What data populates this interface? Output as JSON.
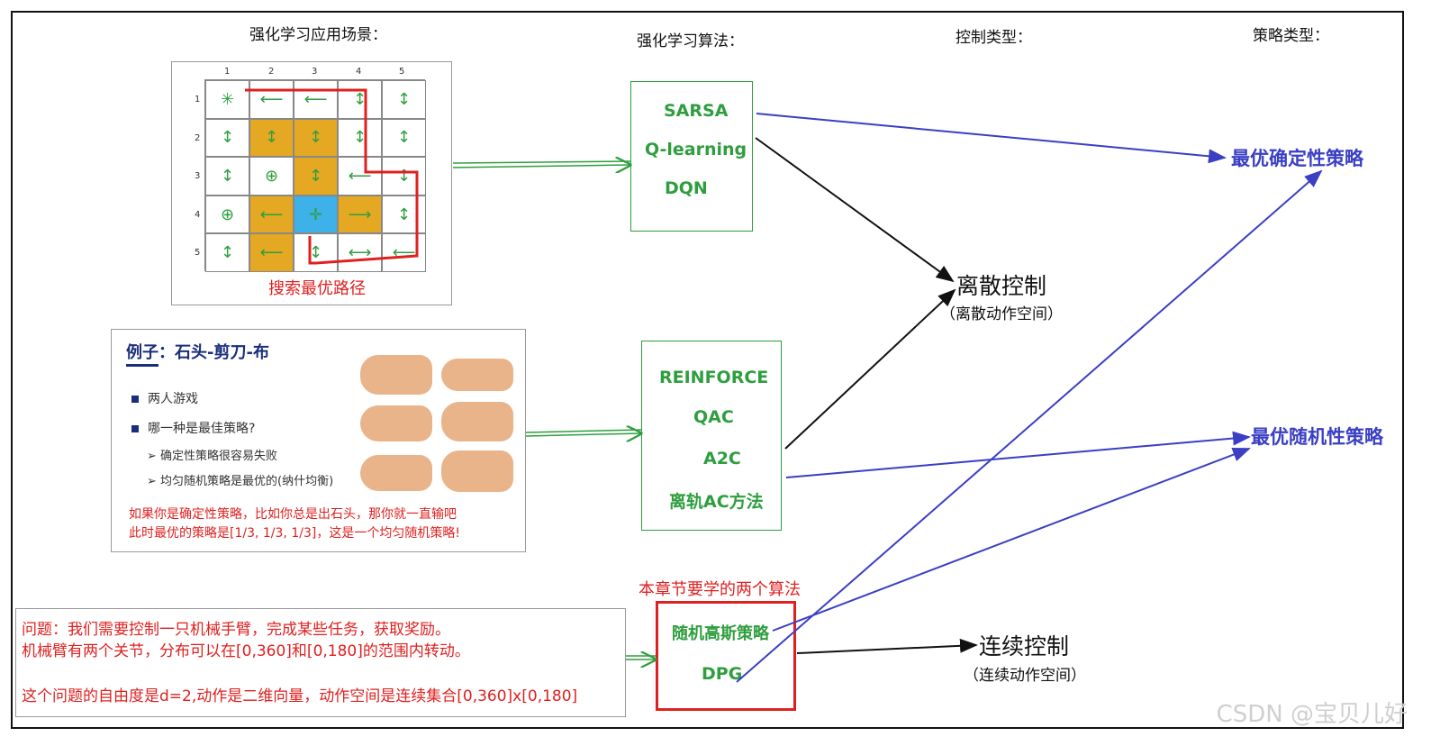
{
  "headers": {
    "scenes": "强化学习应用场景：",
    "algorithms": "强化学习算法：",
    "control": "控制类型：",
    "policy": "策略类型："
  },
  "grid": {
    "col_labels": [
      "1",
      "2",
      "3",
      "4",
      "5"
    ],
    "row_labels": [
      "1",
      "2",
      "3",
      "4",
      "5"
    ],
    "caption": "搜索最优路径"
  },
  "rps": {
    "title": "例子：石头-剪刀-布",
    "bullet1": "两人游戏",
    "bullet2": "哪一种是最佳策略?",
    "sub1": "确定性策略很容易失败",
    "sub2": "均匀随机策略是最优的(纳什均衡)",
    "note1": "如果你是确定性策略，比如你总是出石头，那你就一直输吧",
    "note2": "此时最优的策略是[1/3, 1/3, 1/3]，这是一个均匀随机策略!"
  },
  "arm": {
    "line1": "问题：我们需要控制一只机械手臂，完成某些任务，获取奖励。",
    "line2": "机械臂有两个关节，分布可以在[0,360]和[0,180]的范围内转动。",
    "line3": "这个问题的自由度是d=2,动作是二维向量，动作空间是连续集合[0,360]x[0,180]"
  },
  "algo_group1": [
    "SARSA",
    "Q-learning",
    "DQN"
  ],
  "algo_group2": [
    "REINFORCE",
    "QAC",
    "A2C",
    "离轨AC方法"
  ],
  "algo_group3": {
    "label": "本章节要学的两个算法",
    "items": [
      "随机高斯策略",
      "DPG"
    ]
  },
  "control": {
    "discrete": "离散控制",
    "discrete_sub": "（离散动作空间）",
    "continuous": "连续控制",
    "continuous_sub": "（连续动作空间）"
  },
  "policy": {
    "deterministic": "最优确定性策略",
    "stochastic": "最优随机性策略"
  },
  "watermark": "CSDN @宝贝儿好",
  "colors": {
    "green": "#2e9e3e",
    "blue": "#3a3fc4",
    "red": "#e02020",
    "gold": "#e5a823",
    "sky": "#3db1e8"
  }
}
